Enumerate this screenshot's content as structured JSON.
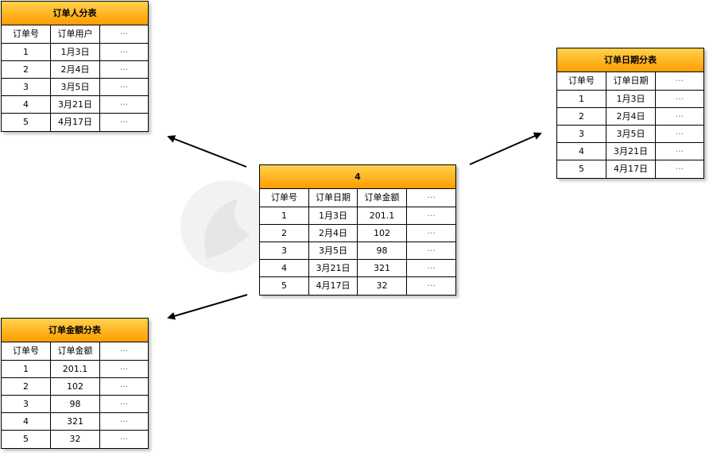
{
  "center_table": {
    "title": "4",
    "headers": [
      "订单号",
      "订单日期",
      "订单金额",
      "···"
    ],
    "rows": [
      [
        "1",
        "1月3日",
        "201.1",
        "···"
      ],
      [
        "2",
        "2月4日",
        "102",
        "···"
      ],
      [
        "3",
        "3月5日",
        "98",
        "···"
      ],
      [
        "4",
        "3月21日",
        "321",
        "···"
      ],
      [
        "5",
        "4月17日",
        "32",
        "···"
      ]
    ]
  },
  "user_table": {
    "title": "订单人分表",
    "headers": [
      "订单号",
      "订单用户",
      "···"
    ],
    "rows": [
      [
        "1",
        "1月3日",
        "···"
      ],
      [
        "2",
        "2月4日",
        "···"
      ],
      [
        "3",
        "3月5日",
        "···"
      ],
      [
        "4",
        "3月21日",
        "···"
      ],
      [
        "5",
        "4月17日",
        "···"
      ]
    ]
  },
  "date_table": {
    "title": "订单日期分表",
    "headers": [
      "订单号",
      "订单日期",
      "···"
    ],
    "rows": [
      [
        "1",
        "1月3日",
        "···"
      ],
      [
        "2",
        "2月4日",
        "···"
      ],
      [
        "3",
        "3月5日",
        "···"
      ],
      [
        "4",
        "3月21日",
        "···"
      ],
      [
        "5",
        "4月17日",
        "···"
      ]
    ]
  },
  "amount_table": {
    "title": "订单金额分表",
    "headers": [
      "订单号",
      "订单金额",
      "···"
    ],
    "rows": [
      [
        "1",
        "201.1",
        "···"
      ],
      [
        "2",
        "102",
        "···"
      ],
      [
        "3",
        "98",
        "···"
      ],
      [
        "4",
        "321",
        "···"
      ],
      [
        "5",
        "32",
        "···"
      ]
    ]
  },
  "colors": {
    "header_top": "#ffd24d",
    "header_bottom": "#ff9d00",
    "border": "#000000",
    "arrow": "#000000"
  }
}
